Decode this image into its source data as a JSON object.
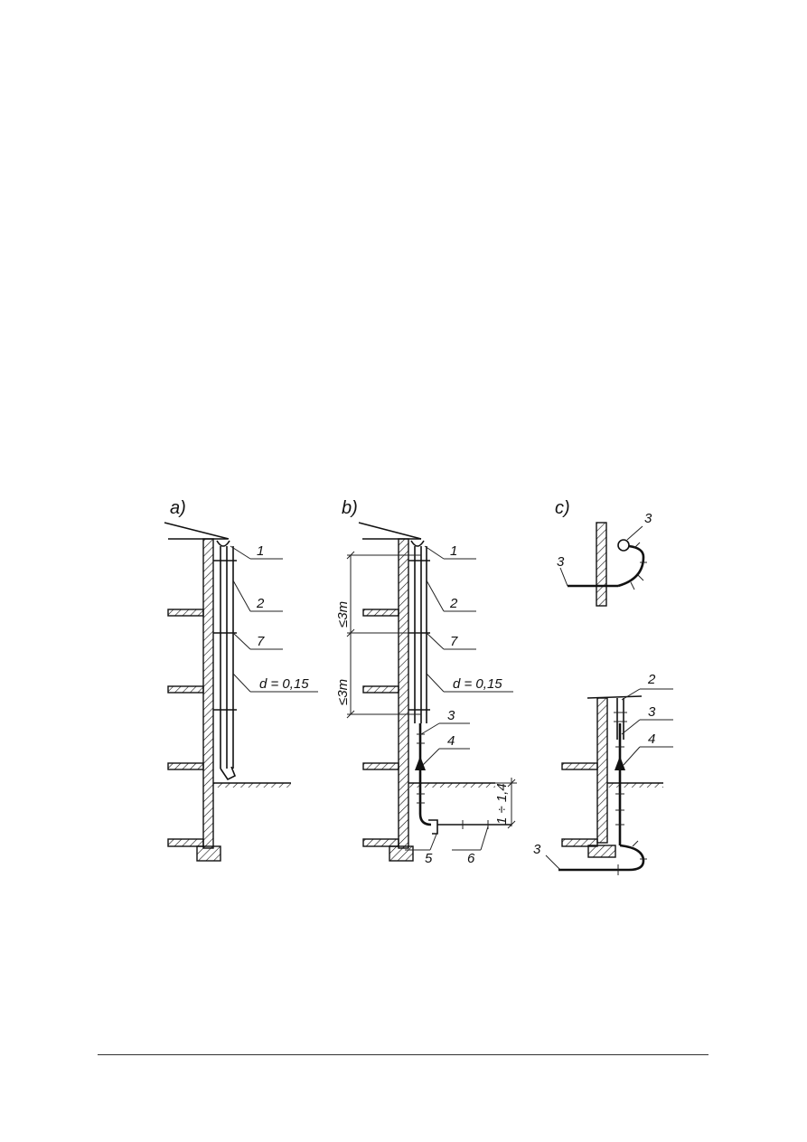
{
  "figure": {
    "panels": [
      {
        "id": "a",
        "label": "a)"
      },
      {
        "id": "b",
        "label": "b)"
      },
      {
        "id": "c",
        "label": "c)"
      }
    ],
    "callouts": {
      "a": [
        "1",
        "2",
        "7",
        "d = 0,15"
      ],
      "b": [
        "1",
        "2",
        "7",
        "d = 0,15",
        "3",
        "4",
        "5",
        "6"
      ],
      "c_top": [
        "3",
        "3"
      ],
      "c_bottom": [
        "2",
        "3",
        "4",
        "3"
      ]
    },
    "dimensions": {
      "b_spacing_1": "≤3m",
      "b_spacing_2": "≤3m",
      "b_depth": "1 ÷ 1,4"
    }
  }
}
